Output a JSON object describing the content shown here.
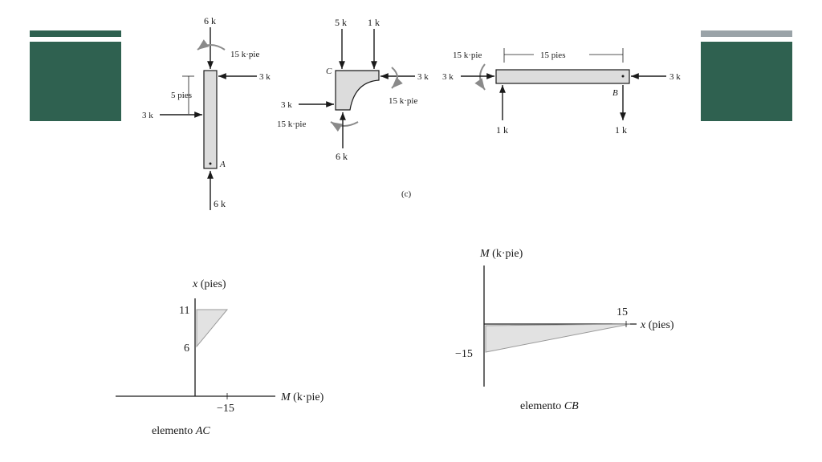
{
  "colors": {
    "band_green": "#2f6150",
    "band_gray": "#9aa3a8",
    "member_fill": "#dcdcdc",
    "diagram_fill": "#e2e2e2",
    "ink": "#1a1a1a"
  },
  "figure_caption": "(c)",
  "column_ac": {
    "top_force": "6 k",
    "top_moment": "15 k·pie",
    "right_force": "3 k",
    "dimension": "5 pies",
    "left_force": "3 k",
    "point_label": "A",
    "bottom_force": "6 k"
  },
  "corner_c": {
    "point_label": "C",
    "top_left_force": "5 k",
    "top_right_force": "1 k",
    "right_force": "3 k",
    "right_moment": "15 k·pie",
    "left_force": "3 k",
    "left_moment": "15 k·pie",
    "bottom_force": "6 k"
  },
  "beam_cb": {
    "left_moment": "15 k·pie",
    "span": "15 pies",
    "left_force": "3 k",
    "right_force": "3 k",
    "point_label": "B",
    "bottom_left_force": "1 k",
    "bottom_right_force": "1 k"
  },
  "plot_ac": {
    "y_axis_label": "x (pies)",
    "x_axis_label": "M (k·pie)",
    "tick_y_top": "11",
    "tick_y_bottom": "6",
    "tick_x": "−15",
    "caption": "elemento AC"
  },
  "plot_cb": {
    "y_axis_label": "M (k·pie)",
    "x_axis_label": "x (pies)",
    "tick_x": "15",
    "tick_y": "−15",
    "caption": "elemento CB"
  }
}
